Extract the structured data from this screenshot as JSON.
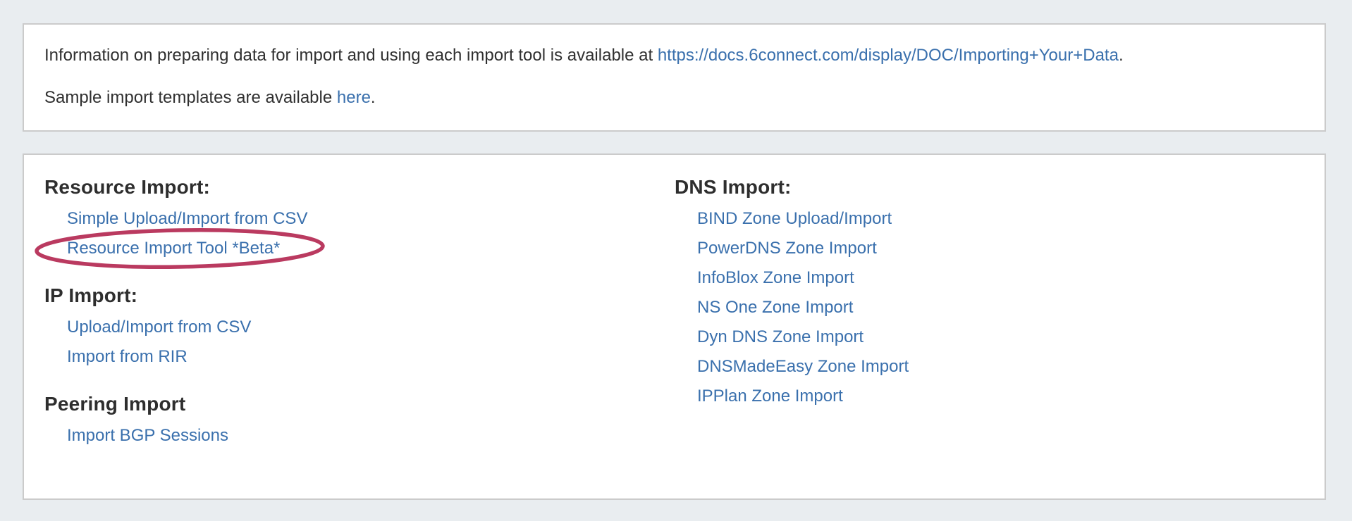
{
  "info_panel": {
    "line1": {
      "prefix": "Information on preparing data for import and using each import tool is available at ",
      "link": "https://docs.6connect.com/display/DOC/Importing+Your+Data",
      "suffix": "."
    },
    "line2": {
      "prefix": "Sample import templates are available ",
      "link": "here",
      "suffix": "."
    }
  },
  "import_panel": {
    "resource": {
      "heading": "Resource Import:",
      "links": [
        "Simple Upload/Import from CSV",
        "Resource Import Tool *Beta*"
      ]
    },
    "ip": {
      "heading": "IP Import:",
      "links": [
        "Upload/Import from CSV",
        "Import from RIR"
      ]
    },
    "peering": {
      "heading": "Peering Import",
      "links": [
        "Import BGP Sessions"
      ]
    },
    "dns": {
      "heading": "DNS Import:",
      "links": [
        "BIND Zone Upload/Import",
        "PowerDNS Zone Import",
        "InfoBlox Zone Import",
        "NS One Zone Import",
        "Dyn DNS Zone Import",
        "DNSMadeEasy Zone Import",
        "IPPlan Zone Import"
      ]
    }
  },
  "annotation": {
    "shape": "ellipse",
    "target": "Resource Import Tool *Beta*",
    "color": "#ba3a60"
  },
  "colors": {
    "link": "#3a70ad",
    "text": "#303030",
    "heading": "#2e2e2e",
    "page_bg": "#e9edf0",
    "panel_bg": "#ffffff",
    "panel_border": "#cbcbcb"
  }
}
